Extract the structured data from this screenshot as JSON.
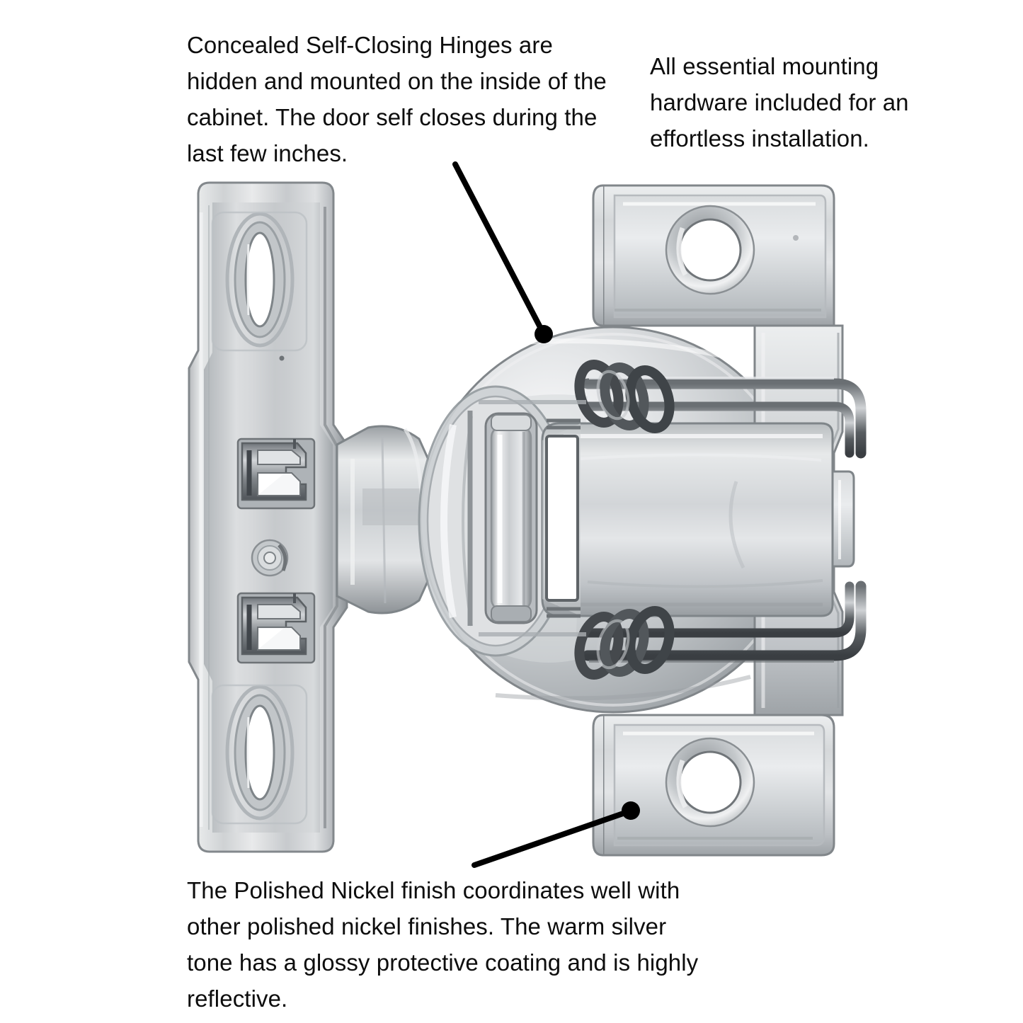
{
  "page": {
    "background_color": "#ffffff",
    "text_color": "#0d0d0d",
    "product_name": "Concealed Self-Closing Hinge",
    "finish_name": "Polished Nickel"
  },
  "callouts": [
    {
      "id": "hinges",
      "text": "Concealed Self-Closing Hinges are hidden and mounted on the inside of the cabinet. The door self closes during the last few inches.",
      "leader": "points to the hinge cup",
      "leader_color": "#000000"
    },
    {
      "id": "hardware",
      "text": "All essential mounting hardware included for an effortless installation.",
      "leader": "none",
      "leader_color": "#000000"
    },
    {
      "id": "finish",
      "text": "The Polished Nickel finish coordinates well with other polished nickel finishes. The warm silver tone has a glossy protective coating and is highly reflective.",
      "leader": "points to the lower mounting wing",
      "leader_color": "#000000"
    }
  ],
  "hinge": {
    "finish_colors": {
      "highlight": "#fdfdfd",
      "light": "#e8e9ea",
      "mid": "#c9cbcd",
      "shadow": "#9ba0a4",
      "dark": "#6f7478",
      "outline": "#7f8589",
      "deep": "#4b5054"
    },
    "parts": [
      {
        "name": "mounting-plate",
        "detail": "elongated oval screw slots top and bottom"
      },
      {
        "name": "plate-clips",
        "detail": "two snap clips in the middle"
      },
      {
        "name": "adjustment-screw",
        "detail": "round cross-head screw"
      },
      {
        "name": "hinge-arm",
        "detail": "tapered neck joining plate to cup"
      },
      {
        "name": "hinge-cup",
        "detail": "round cup body"
      },
      {
        "name": "pivot-pin",
        "detail": "vertical cylindrical pin"
      },
      {
        "name": "spring",
        "detail": "coiled self-closing spring, two coils"
      },
      {
        "name": "hinge-arm-body",
        "detail": "stamped steel arm"
      },
      {
        "name": "upper-mounting-wing",
        "detail": "countersunk screw hole"
      },
      {
        "name": "lower-mounting-wing",
        "detail": "countersunk screw hole"
      },
      {
        "name": "release-tab",
        "detail": "small tab on right edge"
      }
    ]
  }
}
